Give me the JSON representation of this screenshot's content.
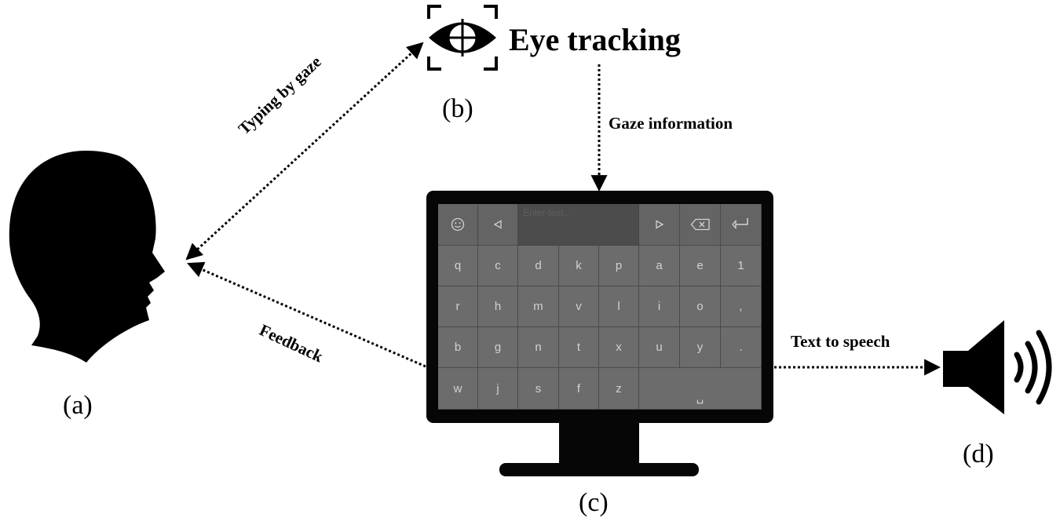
{
  "nodes": {
    "user": {
      "label": "(a)"
    },
    "eye_tracker": {
      "label": "(b)",
      "title": "Eye tracking"
    },
    "display": {
      "label": "(c)"
    },
    "speaker": {
      "label": "(d)"
    }
  },
  "edges": {
    "typing_by_gaze": "Typing by gaze",
    "gaze_information": "Gaze information",
    "feedback": "Feedback",
    "text_to_speech": "Text to speech"
  },
  "keyboard": {
    "placeholder": "Enter text...",
    "toolbar": [
      "emoji-icon",
      "left-arrow-icon",
      "text-field",
      "right-arrow-icon",
      "backspace-icon",
      "enter-icon"
    ],
    "rows": [
      [
        "q",
        "c",
        "d",
        "k",
        "p",
        "a",
        "e",
        "1"
      ],
      [
        "r",
        "h",
        "m",
        "v",
        "l",
        "i",
        "o",
        ","
      ],
      [
        "b",
        "g",
        "n",
        "t",
        "x",
        "u",
        "y",
        "."
      ],
      [
        "w",
        "j",
        "s",
        "f",
        "z"
      ]
    ],
    "space_key": "␣",
    "colors": {
      "key": "#6c6c6c",
      "screen": "#5a5a5a",
      "bezel": "#060606",
      "key_text": "#d2d2d2"
    }
  }
}
